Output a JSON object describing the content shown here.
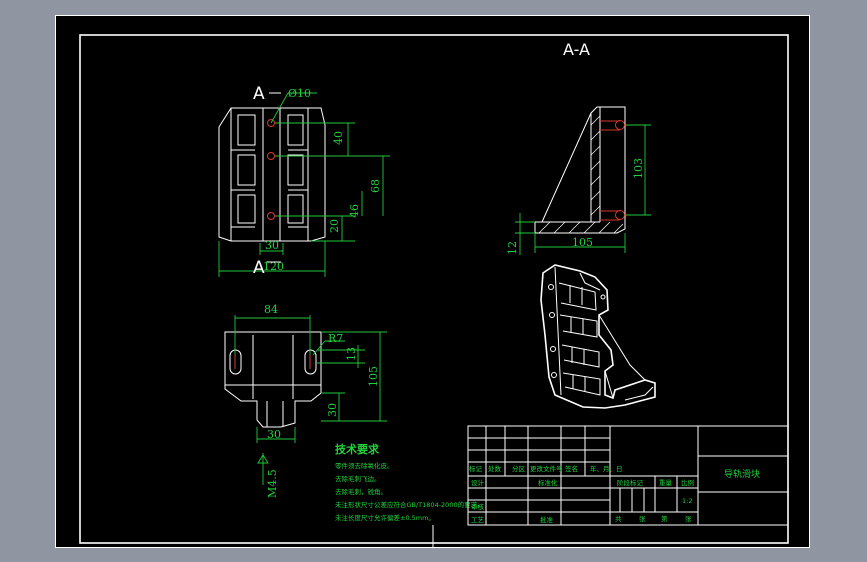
{
  "section_label": "A-A",
  "section_mark_top": "A",
  "section_mark_bottom": "A",
  "dims": {
    "hole_dia": "Ø10",
    "d40": "40",
    "d68": "68",
    "d46": "46",
    "d20": "20",
    "d30_front": "30",
    "d120": "120",
    "d103": "103",
    "d105_section": "105",
    "d12": "12",
    "d84": "84",
    "r7": "R7",
    "d13": "13",
    "d105_bottom": "105",
    "d30_bottom": "30",
    "d30_bottom_v": "30",
    "m45": "M4.5"
  },
  "tech": {
    "title": "技术要求",
    "lines": [
      "零件须去除氧化皮。",
      "去除毛刺飞边。",
      "去除毛刺，锐角。",
      "未注形状尺寸公差应符合GB/T1804-2000的要求。",
      "未注长度尺寸允许偏差±0.5mm。"
    ]
  },
  "title_block": {
    "part_name": "导轨滑块",
    "row_labels": [
      "标记",
      "处数",
      "分区",
      "更改文件号",
      "签名",
      "年、月、日"
    ],
    "design": "设计",
    "standard": "标准化",
    "check": "审核",
    "process": "工艺",
    "approve": "批准",
    "stage": "阶段标记",
    "weight": "重量",
    "scale_label": "比例",
    "scale": "1:2",
    "sheets": [
      "共",
      "张",
      "第",
      "张"
    ]
  },
  "colors": {
    "line": "#ffffff",
    "dim": "#21c93a",
    "hidden": "#d9382e",
    "paper": "#000000",
    "frame_bg": "#8f96a1"
  }
}
